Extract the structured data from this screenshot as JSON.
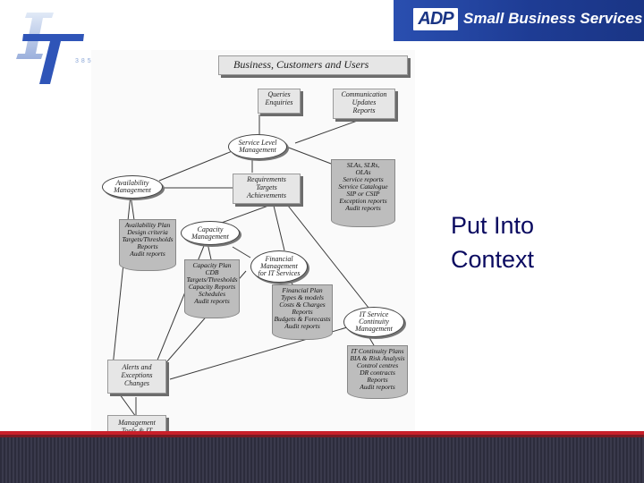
{
  "header": {
    "brand_logo_text": "ADP",
    "brand_name": "Small Business Services",
    "brand_color": "#1e3c94"
  },
  "logo": {
    "letters": "IT",
    "number": "385"
  },
  "diagram": {
    "title": "Business, Customers and Users",
    "queries": "Queries\nEnquiries",
    "communication": "Communication\nUpdates\nReports",
    "service_level": "Service Level\nManagement",
    "sla_doc": "SLAs, SLRs,\nOLAs\nService reports\nService Catalogue\nSIP or CSIP\nException reports\nAudit reports",
    "availability": "Availability\nManagement",
    "requirements": "Requirements\nTargets\nAchievements",
    "availability_doc": "Availability Plan\nDesign criteria\nTargets/Thresholds\nReports\nAudit reports",
    "capacity": "Capacity\nManagement",
    "financial": "Financial\nManagement\nfor IT Services",
    "capacity_doc": "Capacity Plan\nCDB\nTargets/Thresholds\nCapacity Reports\nSchedules\nAudit reports",
    "financial_doc": "Financial Plan\nTypes & models\nCosts & Charges\nReports\nBudgets & Forecasts\nAudit reports",
    "continuity": "IT Service\nContinuity\nManagement",
    "continuity_doc": "IT Continuity Plans\nBIA & Risk Analysis\nControl centres\nDR contracts\nReports\nAudit reports",
    "alerts": "Alerts and\nExceptions\nChanges",
    "tools": "Management\nTools & IT\nInfrastructure"
  },
  "slide": {
    "side_text": "Put Into\nContext"
  }
}
